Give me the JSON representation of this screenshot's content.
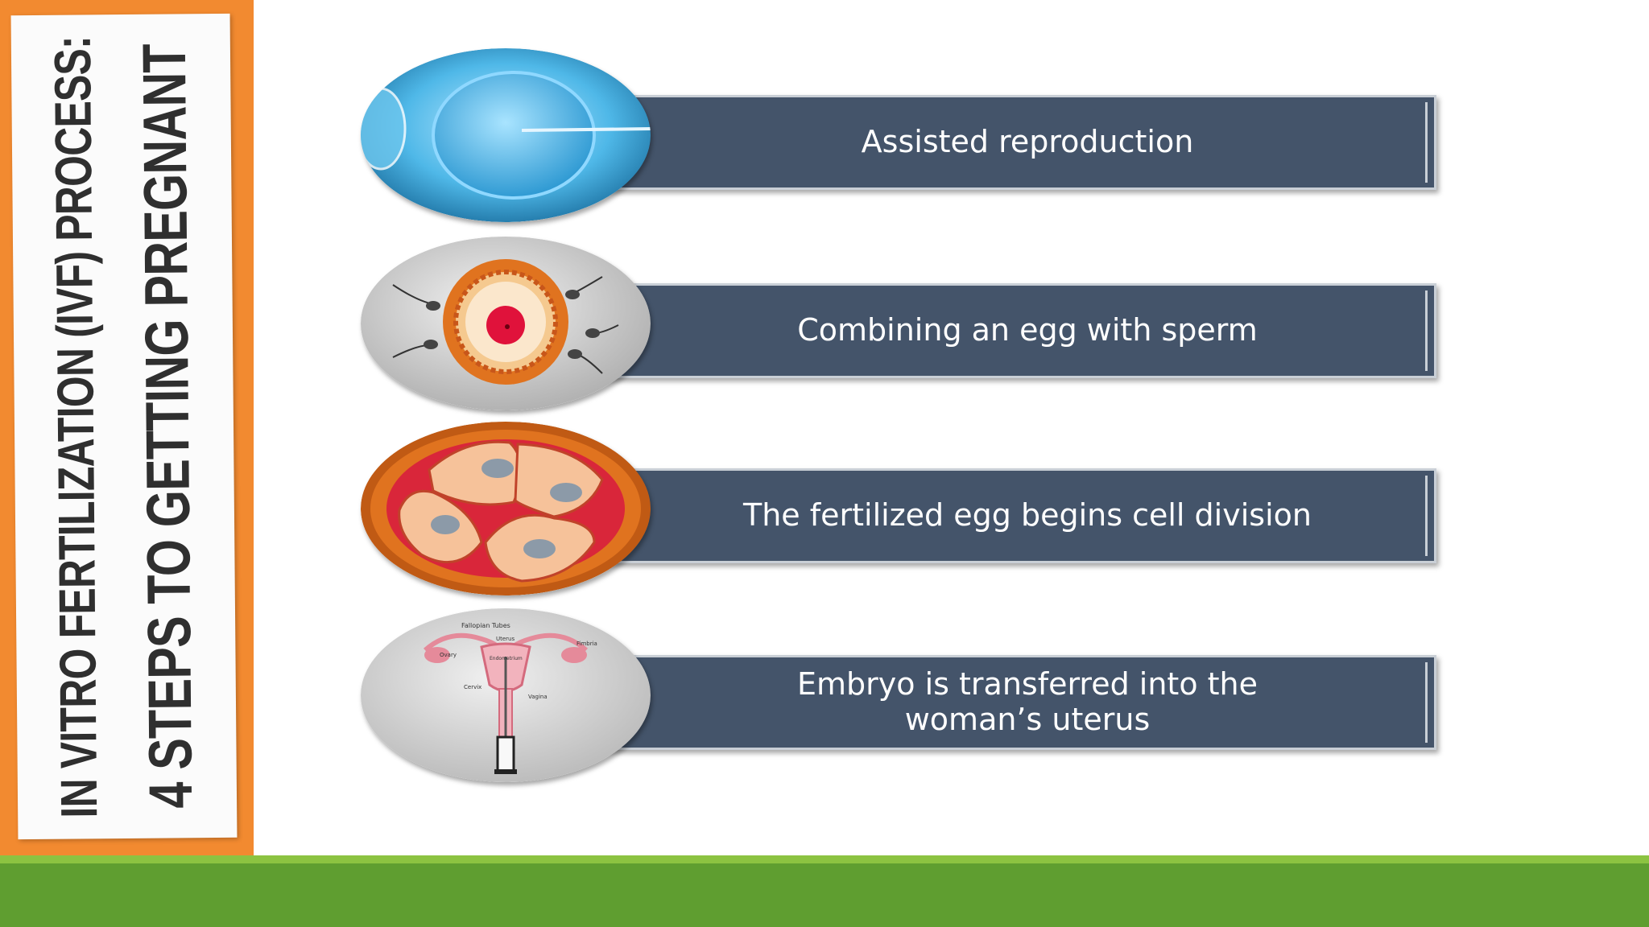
{
  "title": {
    "line1": "IN VITRO FERTILIZATION (IVF) PROCESS:",
    "line2": "4 STEPS TO GETTING PREGNANT"
  },
  "steps": [
    {
      "label": "Assisted reproduction",
      "icon": "egg-injection-icon"
    },
    {
      "label": "Combining an egg with sperm",
      "icon": "egg-sperm-icon"
    },
    {
      "label": "The fertilized egg begins cell division",
      "icon": "cell-division-icon"
    },
    {
      "label": "Embryo is transferred into the woman’s uterus",
      "icon": "uterus-transfer-icon"
    }
  ],
  "uterus_labels": {
    "fallopian": "Fallopian Tubes",
    "uterus": "Uterus",
    "fimbria": "Fimbria",
    "ovary": "Ovary",
    "endometrium": "Endometrium",
    "cervix": "Cervix",
    "vagina": "Vagina"
  },
  "colors": {
    "orange": "#f28a30",
    "bar": "#44546a",
    "green": "#5f9e30",
    "green_light": "#8cc341"
  }
}
